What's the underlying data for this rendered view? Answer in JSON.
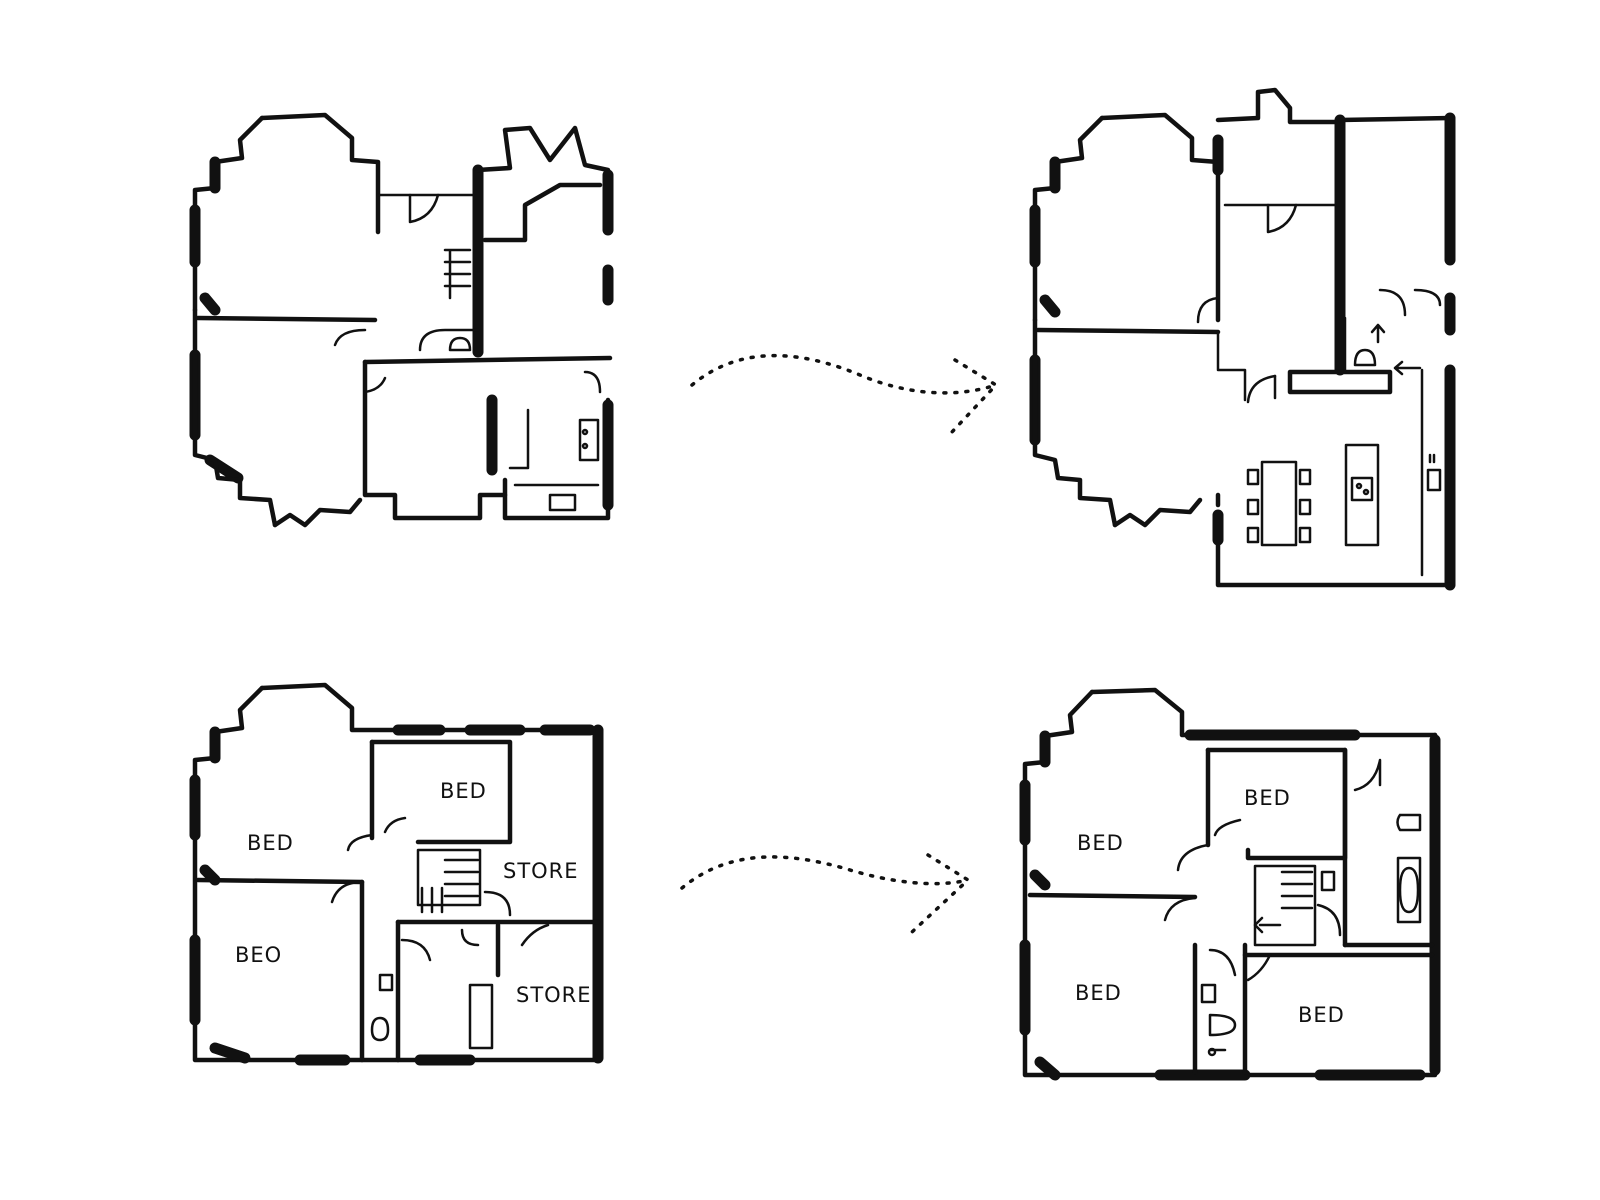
{
  "plans": {
    "ground_before": {
      "labels": []
    },
    "ground_after": {
      "labels": []
    },
    "first_before": {
      "labels": [
        {
          "id": "bed-front",
          "text": "BED"
        },
        {
          "id": "bed-main",
          "text": "BED"
        },
        {
          "id": "bed-rear",
          "text": "BEO"
        },
        {
          "id": "store-1",
          "text": "STORE"
        },
        {
          "id": "store-2",
          "text": "STORE"
        }
      ]
    },
    "first_after": {
      "labels": [
        {
          "id": "bed-front",
          "text": "BED"
        },
        {
          "id": "bed-main",
          "text": "BED"
        },
        {
          "id": "bed-rear",
          "text": "BED"
        },
        {
          "id": "bed-new",
          "text": "BED"
        }
      ]
    }
  },
  "arrows": [
    {
      "id": "ground-arrow",
      "from": "ground_before",
      "to": "ground_after"
    },
    {
      "id": "first-arrow",
      "from": "first_before",
      "to": "first_after"
    }
  ]
}
